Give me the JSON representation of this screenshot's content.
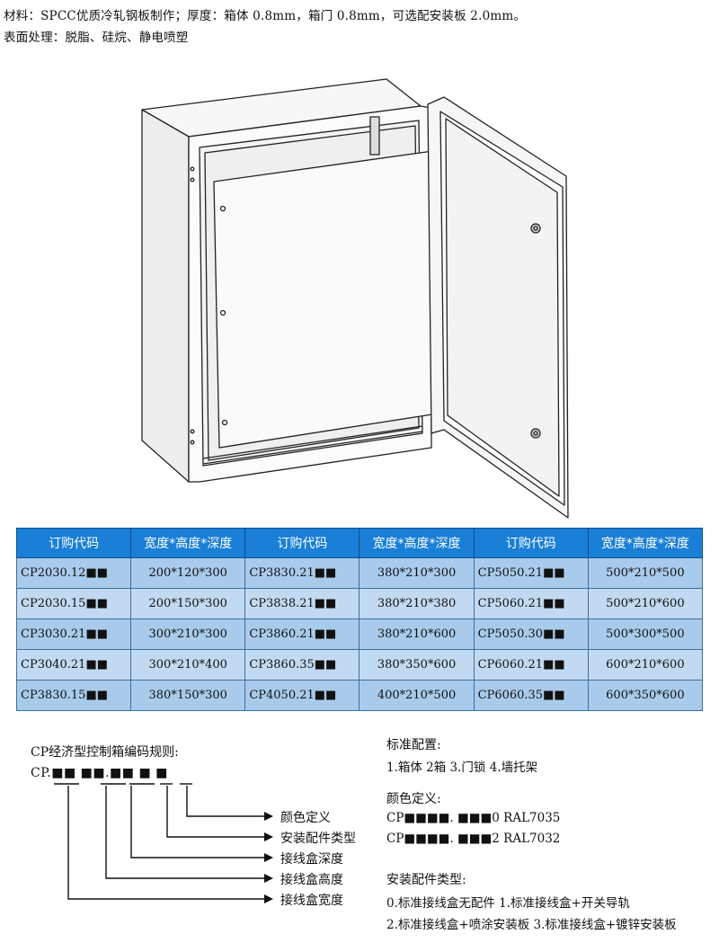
{
  "spec": {
    "line1": "材料：SPCC优质冷轧钢板制作；厚度：箱体 0.8mm，箱门 0.8mm，可选配安装板 2.0mm。",
    "line2": "表面处理：脱脂、硅烷、静电喷塑"
  },
  "table": {
    "headers": [
      "订购代码",
      "宽度*高度*深度",
      "订购代码",
      "宽度*高度*深度",
      "订购代码",
      "宽度*高度*深度"
    ],
    "rows": [
      [
        "CP2030.12■■",
        "200*120*300",
        "CP3830.21■■",
        "380*210*300",
        "CP5050.21■■",
        "500*210*500"
      ],
      [
        "CP2030.15■■",
        "200*150*300",
        "CP3838.21■■",
        "380*210*380",
        "CP5060.21■■",
        "500*210*600"
      ],
      [
        "CP3030.21■■",
        "300*210*300",
        "CP3860.21■■",
        "380*210*600",
        "CP5050.30■■",
        "500*300*500"
      ],
      [
        "CP3040.21■■",
        "300*210*400",
        "CP3860.35■■",
        "380*350*600",
        "CP6060.21■■",
        "600*210*600"
      ],
      [
        "CP3830.15■■",
        "380*150*300",
        "CP4050.21■■",
        "400*210*500",
        "CP6060.35■■",
        "600*350*600"
      ]
    ]
  },
  "rule": {
    "title": "CP经济型控制箱编码规则:",
    "code": "CP.■■ ■■.■■ ■ ■",
    "labels": [
      "颜色定义",
      "安装配件类型",
      "接线盒深度",
      "接线盒高度",
      "接线盒宽度"
    ]
  },
  "standard": {
    "title": "标准配置:",
    "text": "1.箱体 2箱 3.门锁 4.墙托架"
  },
  "color": {
    "title": "颜色定义:",
    "lines": [
      "CP■■■■. ■■■0 RAL7035",
      "CP■■■■. ■■■2 RAL7032"
    ]
  },
  "accessory": {
    "title": "安装配件类型:",
    "lines": [
      "0.标准接线盒无配件 1.标准接线盒+开关导轨",
      "2.标准接线盒+喷涂安装板 3.标准接线盒+镀锌安装板"
    ]
  }
}
